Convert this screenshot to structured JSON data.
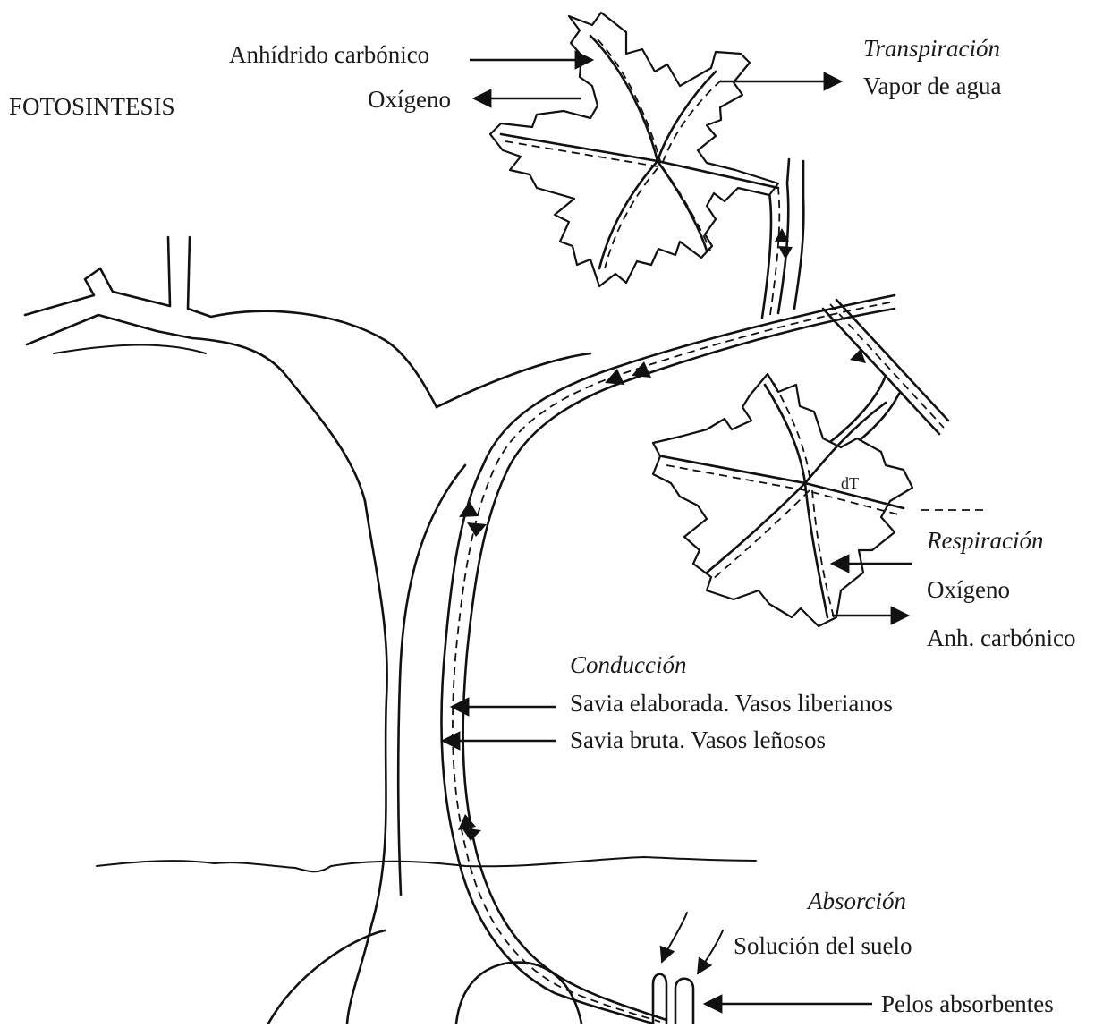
{
  "labels": {
    "fotosintesis": "FOTOSINTESIS",
    "anhidrido_carbonico": "Anhídrido carbónico",
    "oxigeno_top": "Oxígeno",
    "transpiracion": "Transpiración",
    "vapor_de_agua": "Vapor de agua",
    "respiracion": "Respiración",
    "oxigeno_resp": "Oxígeno",
    "anh_carbonico": "Anh. carbónico",
    "conduccion": "Conducción",
    "savia_elaborada": "Savia elaborada. Vasos liberianos",
    "savia_bruta": "Savia bruta. Vasos leñosos",
    "absorcion": "Absorción",
    "solucion_del_suelo": "Solución del suelo",
    "pelos_absorbentes": "Pelos absorbentes"
  }
}
